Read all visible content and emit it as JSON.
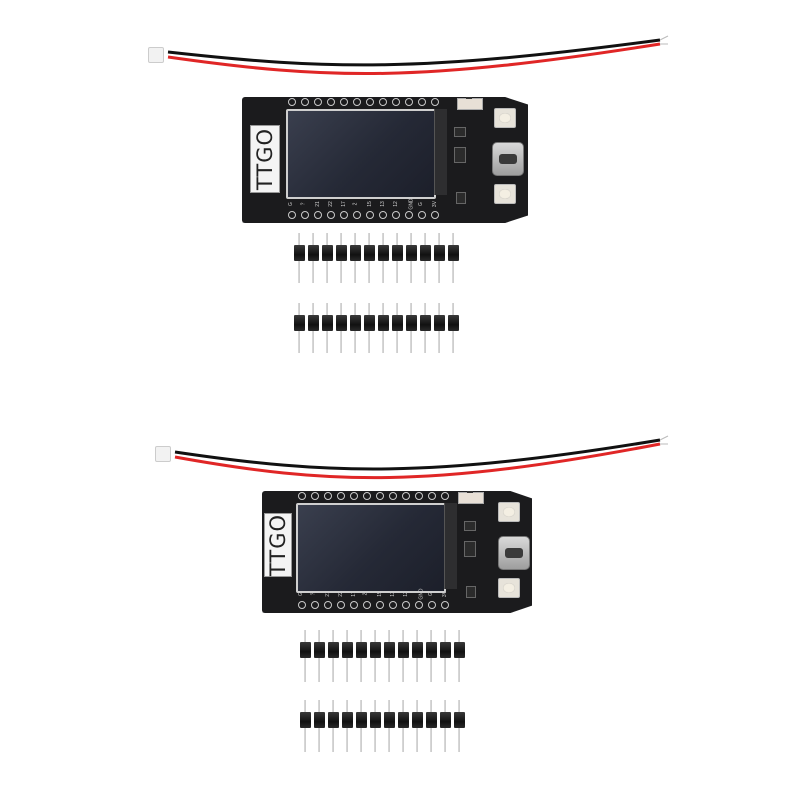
{
  "scene": {
    "description": "Product photo: two TTGO ESP32 development boards with TFT display, each with a JST battery cable and two 12-pin male headers",
    "background": "#ffffff"
  },
  "kits": [
    {
      "board": {
        "brand_label": "TTGO",
        "pin_labels_bottom": [
          "G",
          "?",
          "21",
          "22",
          "17",
          "2",
          "15",
          "13",
          "12",
          "GND",
          "G",
          "3V"
        ],
        "usb_type": "USB-C",
        "buttons": 2
      },
      "cable": {
        "wire_colors": [
          "#111111",
          "#e02626"
        ],
        "connector": "JST 2-pin"
      },
      "headers": [
        {
          "pins": 12
        },
        {
          "pins": 12
        }
      ]
    },
    {
      "board": {
        "brand_label": "TTGO",
        "pin_labels_bottom": [
          "G",
          "?",
          "21",
          "22",
          "17",
          "2",
          "15",
          "13",
          "12",
          "GND",
          "G",
          "3V"
        ],
        "usb_type": "USB-C",
        "buttons": 2
      },
      "cable": {
        "wire_colors": [
          "#111111",
          "#e02626"
        ],
        "connector": "JST 2-pin"
      },
      "headers": [
        {
          "pins": 12
        },
        {
          "pins": 12
        }
      ]
    }
  ],
  "colors": {
    "pcb": "#1b1b1d",
    "lcd": "#252936",
    "wire_red": "#e02626",
    "wire_black": "#111111",
    "header_plastic": "#1a1a1a",
    "pin_metal": "#e6e6e6"
  }
}
